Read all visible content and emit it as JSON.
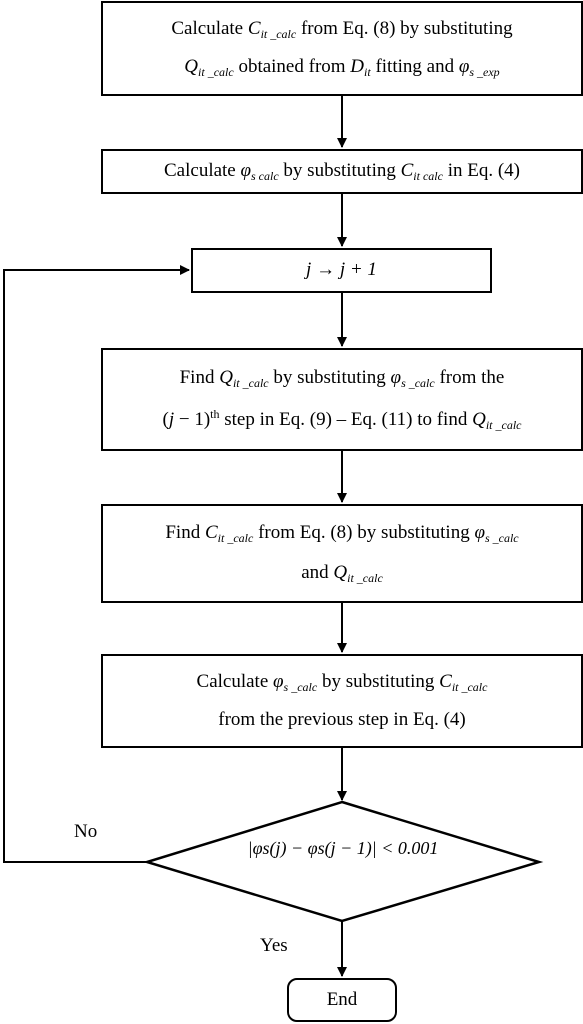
{
  "step1": {
    "w1": "Calculate",
    "v1": "C",
    "v1_sub": "it _calc",
    "w2": "from Eq. (8) by substituting",
    "v2": "Q",
    "v2_sub": "it _calc",
    "w3": "obtained from",
    "v3": "D",
    "v3_sub": "it",
    "w4": "fitting and",
    "v4": "φ",
    "v4_sub": "s _exp"
  },
  "step2": {
    "w1": "Calculate",
    "v1": "φ",
    "v1_sub": "s  calc",
    "w2": "by substituting",
    "v2": "C",
    "v2_sub": "it  calc",
    "w3": "in Eq. (4)"
  },
  "step3": {
    "text": "j → j + 1"
  },
  "step4": {
    "w1": "Find",
    "v1": "Q",
    "v1_sub": "it _calc",
    "w2": "by substituting",
    "v2": "φ",
    "v2_sub": "s _calc",
    "w3": "from the",
    "paren_open": "(",
    "j": "j",
    "minus1": " − 1)",
    "th": "th",
    "w4": "step in Eq. (9) – Eq. (11) to find",
    "v3": "Q",
    "v3_sub": "it _calc"
  },
  "step5": {
    "w1": "Find",
    "v1": "C",
    "v1_sub": "it _calc",
    "w2": "from Eq. (8) by substituting",
    "v2": "φ",
    "v2_sub": "s _calc",
    "w3": "and",
    "v3": "Q",
    "v3_sub": "it _calc"
  },
  "step6": {
    "w1": "Calculate",
    "v1": "φ",
    "v1_sub": "s _calc",
    "w2": "by substituting",
    "v2": "C",
    "v2_sub": "it _calc",
    "line2": "from the previous step in Eq. (4)"
  },
  "decision": {
    "text": "|φs(j) − φs(j − 1)| < 0.001"
  },
  "label_no": "No",
  "label_yes": "Yes",
  "end": "End"
}
